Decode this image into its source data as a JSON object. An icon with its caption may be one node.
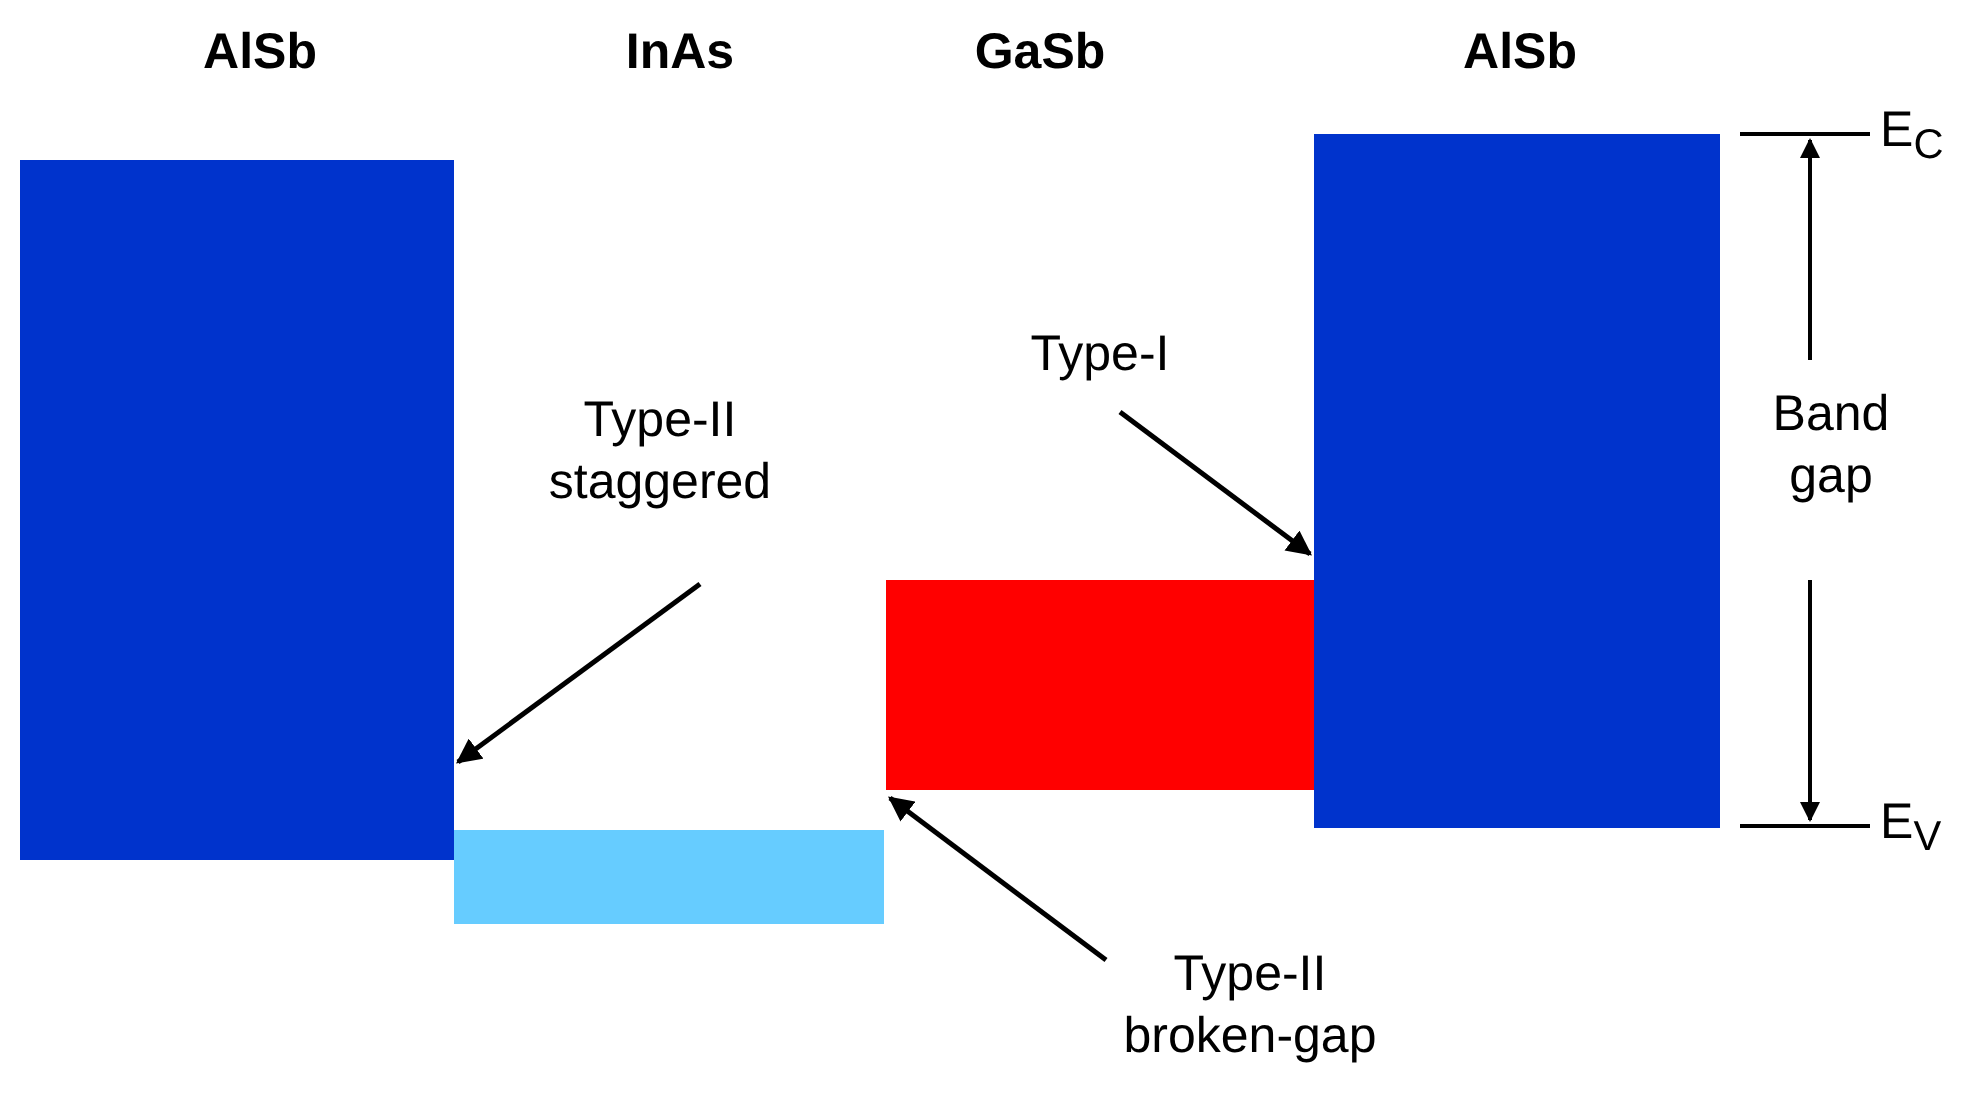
{
  "diagram": {
    "nodes": [
      {
        "text": [],
        "shape": "bar"
      },
      {
        "text": [],
        "shape": "bar"
      },
      {
        "text": [],
        "shape": "bar"
      },
      {
        "text": [],
        "shape": "bar"
      },
      {
        "text": [
          "Type-II staggered"
        ]
      },
      {
        "text": [
          "Type-I"
        ]
      },
      {
        "text": [
          "Type-II broken-gap"
        ]
      }
    ],
    "edges": [
      {
        "from": 4,
        "to": 0,
        "arrow": "to"
      },
      {
        "from": 5,
        "to": 3,
        "arrow": "to"
      },
      {
        "from": 6,
        "to": 2,
        "arrow": "to"
      }
    ],
    "labels": [
      "AlSb",
      "InAs",
      "GaSb",
      "AlSb",
      "E$_{C}$",
      "Band gap",
      "E$_{V}$"
    ]
  }
}
